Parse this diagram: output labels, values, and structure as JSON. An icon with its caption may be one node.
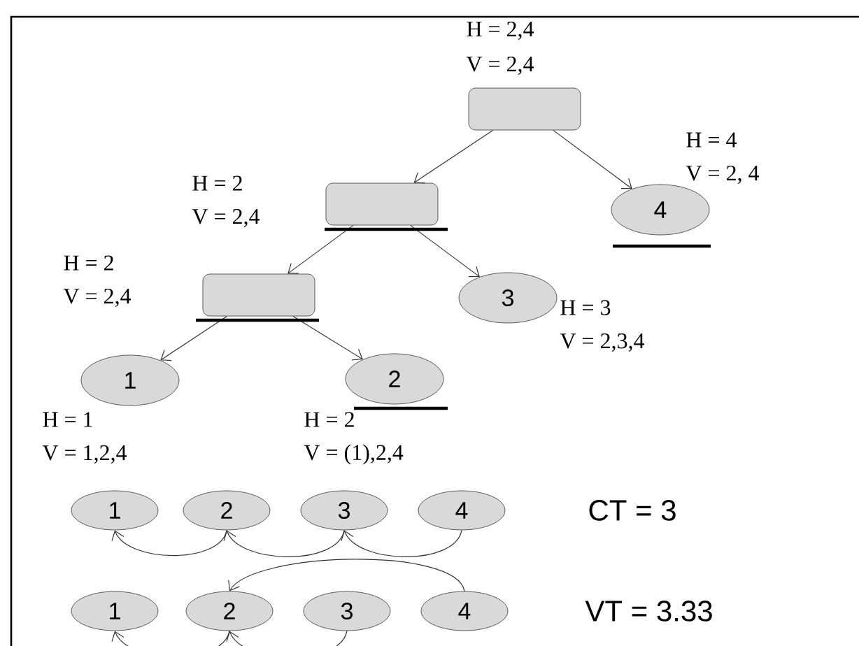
{
  "diagram": {
    "nodes": [
      {
        "text": [],
        "shape": "box",
        "beside": [
          "H = 2,4",
          "V = 2,4"
        ]
      },
      {
        "text": [],
        "shape": "box",
        "beside": [
          "H = 2",
          "V = 2,4"
        ]
      },
      {
        "text": [
          "4"
        ],
        "beside": [
          "H = 4",
          "V = 2, 4"
        ]
      },
      {
        "text": [],
        "shape": "box",
        "beside": [
          "H = 2",
          "V = 2,4"
        ]
      },
      {
        "text": [
          "3"
        ],
        "beside": [
          "H = 3",
          "V = 2,3,4"
        ]
      },
      {
        "text": [
          "1"
        ],
        "beside": [
          "H = 1",
          "V = 1,2,4"
        ]
      },
      {
        "text": [
          "2"
        ],
        "beside": [
          "H = 2",
          "V = (1),2,4"
        ]
      },
      {
        "text": [
          "1"
        ]
      },
      {
        "text": [
          "2"
        ]
      },
      {
        "text": [
          "3"
        ]
      },
      {
        "text": [
          "4"
        ]
      },
      {
        "text": [
          "1"
        ]
      },
      {
        "text": [
          "2"
        ]
      },
      {
        "text": [
          "3"
        ]
      },
      {
        "text": [
          "4"
        ]
      }
    ],
    "edges": [
      {
        "from": 0,
        "to": 1,
        "arrow": "to"
      },
      {
        "from": 0,
        "to": 2,
        "arrow": "to"
      },
      {
        "from": 1,
        "to": 3,
        "arrow": "to"
      },
      {
        "from": 1,
        "to": 4,
        "arrow": "to"
      },
      {
        "from": 3,
        "to": 5,
        "arrow": "to"
      },
      {
        "from": 3,
        "to": 6,
        "arrow": "to"
      },
      {
        "from": 8,
        "to": 7,
        "arrow": "to"
      },
      {
        "from": 9,
        "to": 8,
        "arrow": "to"
      },
      {
        "from": 10,
        "to": 9,
        "arrow": "to"
      },
      {
        "from": 14,
        "to": 12,
        "arrow": "to"
      },
      {
        "from": 12,
        "to": 11,
        "arrow": "to"
      },
      {
        "from": 13,
        "to": 12,
        "arrow": "to"
      }
    ],
    "labels": [
      "CT = 3",
      "VT = 3.33"
    ]
  }
}
